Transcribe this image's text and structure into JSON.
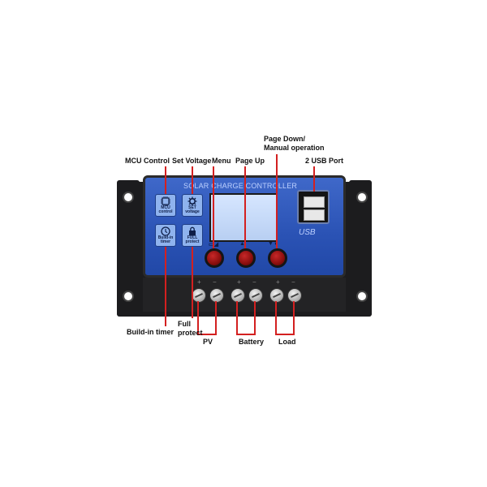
{
  "device": {
    "panel_title": "SOLAR CHARGE CONTROLLER",
    "usb_text": "USB",
    "tiles": [
      {
        "name": "mcu-control",
        "line1": "MCU",
        "line2": "control",
        "icon": "chip-icon"
      },
      {
        "name": "set-voltage",
        "line1": "SET",
        "line2": "voltage",
        "icon": "gear-icon"
      },
      {
        "name": "build-in-timer",
        "line1": "Build-in",
        "line2": "timer",
        "icon": "clock-icon"
      },
      {
        "name": "full-protect",
        "line1": "FULL",
        "line2": "protect",
        "icon": "lock-icon"
      }
    ],
    "terminal_signs": [
      "+",
      "−",
      "+",
      "−",
      "+",
      "−"
    ],
    "colors": {
      "panel": "#2a52b4",
      "button": "#b01c1c",
      "leader": "#d32020",
      "body": "#1c1c1e"
    }
  },
  "callouts": {
    "mcu_control": "MCU Control",
    "set_voltage": "Set Voltage",
    "menu": "Menu",
    "page_up": "Page Up",
    "page_down_line1": "Page Down/",
    "page_down_line2": "Manual operation",
    "usb_port": "2 USB Port",
    "build_in_timer": "Build-in timer",
    "full_protect_line1": "Full",
    "full_protect_line2": "protect",
    "pv": "PV",
    "battery": "Battery",
    "load": "Load"
  }
}
